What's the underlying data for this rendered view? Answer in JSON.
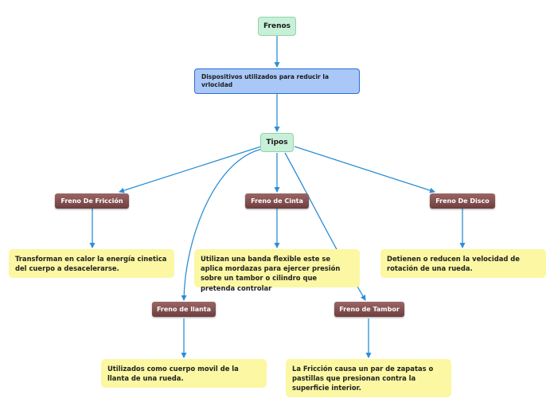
{
  "nodes": {
    "frenos": "Frenos",
    "dispositivos": "Dispositivos utilizados para reducir la vrlocidad",
    "tipos": "Tipos",
    "friccion": "Freno De Fricción",
    "cinta": "Freno de Cinta",
    "disco": "Freno De Disco",
    "llanta": "Freno de llanta",
    "tambor": "Freno de Tambor"
  },
  "descriptions": {
    "friccion": "Transforman en calor la energía cinetica del cuerpo a desacelerarse.",
    "cinta": "Utilizan una banda flexible este se aplica mordazas para ejercer presión sobre un tambor o cilindro que pretenda controlar",
    "disco": "Detienen o reducen la velocidad de rotación de una rueda.",
    "llanta": "Utilizados como cuerpo movil  de la llanta de una rueda.",
    "tambor": "La Fricción causa un par de zapatas o pastillas que presionan contra la superficie interior."
  },
  "colors": {
    "edge": "#2b8fd6",
    "node_green": "#c8f0d8",
    "node_blue": "#a9c8f7",
    "node_brown": "#7a4848",
    "note_yellow": "#fbf7a3"
  }
}
